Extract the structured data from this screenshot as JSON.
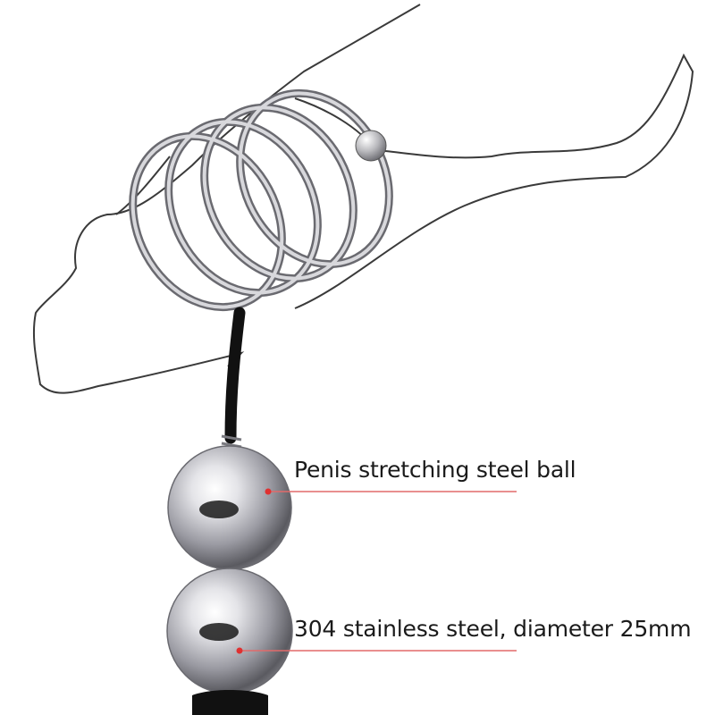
{
  "annotations": [
    {
      "text": "Penis stretching steel ball"
    },
    {
      "text": "304 stainless steel, diameter 25mm"
    }
  ],
  "colors": {
    "outline": "#3a3a3a",
    "leader_line": "#e26a6a",
    "leader_dot": "#e03030",
    "metal_light": "#f2f2f4",
    "metal_dark": "#5a5a60",
    "cord": "#111111"
  },
  "icons": [
    "leader-dot",
    "steel-ball"
  ]
}
